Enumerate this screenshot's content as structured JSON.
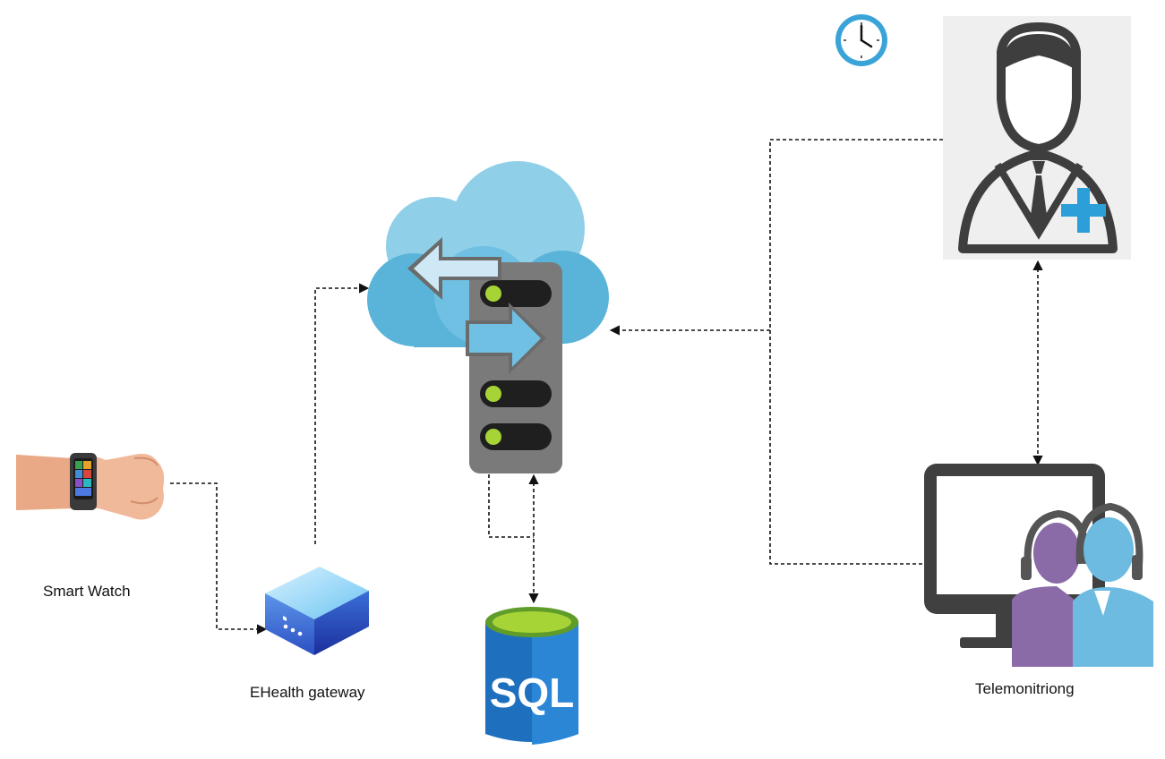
{
  "labels": {
    "smart_watch": "Smart Watch",
    "gateway": "EHealth gateway",
    "telemonitoring": "Telemonitriong",
    "sql": "SQL"
  },
  "colors": {
    "cloud_light": "#8fcfe8",
    "cloud_dark": "#5ab4da",
    "server_body": "#7a7a7a",
    "server_slot": "#1f1f1f",
    "server_led": "#a6d436",
    "sql_blue": "#1f6fbf",
    "sql_top": "#86c732",
    "doctor_gray": "#3e3e3e",
    "doctor_bg": "#efefef",
    "medical_cross": "#2c9fd8",
    "monitor_gray": "#404040",
    "operator_purple": "#8b6aa8",
    "operator_blue": "#6dbbe0",
    "clock_ring": "#3aa4d8",
    "connector": "#111111"
  },
  "icons": [
    "smartwatch-wrist-icon",
    "gateway-box-icon",
    "cloud-server-icon",
    "sql-database-icon",
    "clock-icon",
    "doctor-icon",
    "telemonitoring-monitor-icon"
  ]
}
